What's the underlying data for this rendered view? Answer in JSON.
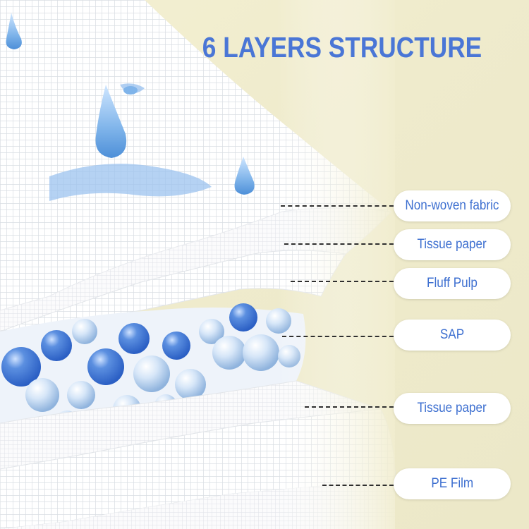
{
  "title": "6 LAYERS STRUCTURE",
  "colors": {
    "title": "#4a76d6",
    "label_text": "#3d6fd0",
    "label_bg": "#ffffff",
    "background": "#f1edcf",
    "leader_line": "#2f2f2f",
    "sap_beads": "#4f86d8",
    "droplets": "#7fb4ea"
  },
  "layers": [
    {
      "label": "Non-woven fabric"
    },
    {
      "label": "Tissue paper"
    },
    {
      "label": "Fluff Pulp"
    },
    {
      "label": "SAP"
    },
    {
      "label": "Tissue paper"
    },
    {
      "label": "PE Film"
    }
  ]
}
